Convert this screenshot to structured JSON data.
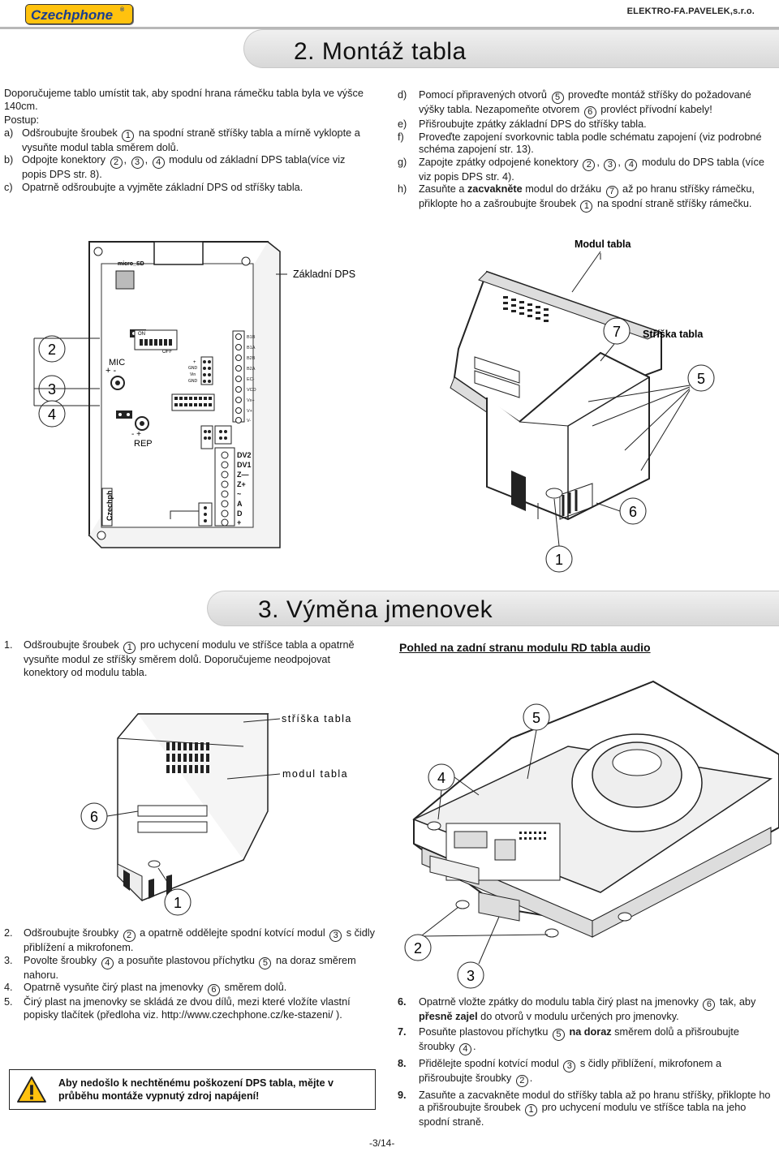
{
  "header": {
    "logo": "Czechphone",
    "logo_reg": "®",
    "company": "ELEKTRO-FA.PAVELEK,s.r.o."
  },
  "section2": {
    "title": "2. Montáž tabla",
    "intro": "Doporučujeme tablo umístit tak, aby spodní hrana rámečku tabla byla ve výšce 140cm.",
    "postup_label": "Postup:",
    "steps_left": [
      {
        "letter": "a)",
        "parts": [
          "Odšroubujte šroubek ",
          "1",
          " na spodní straně stříšky tabla a mírně vyklopte a vysuňte modul tabla směrem dolů."
        ]
      },
      {
        "letter": "b)",
        "parts": [
          "Odpojte konektory ",
          "2",
          ", ",
          "3",
          ", ",
          "4",
          " modulu od základní DPS tabla(více viz popis DPS  str. 8)."
        ]
      },
      {
        "letter": "c)",
        "parts": [
          "Opatrně odšroubujte a vyjměte základní DPS od stříšky tabla."
        ]
      }
    ],
    "steps_right": [
      {
        "letter": "d)",
        "parts": [
          "Pomocí připravených otvorů ",
          "5",
          " proveďte montáž stříšky do požadované výšky tabla. Nezapomeňte otvorem ",
          "6",
          " provléct přívodní kabely!"
        ]
      },
      {
        "letter": "e)",
        "parts": [
          "Přišroubujte zpátky základní DPS  do stříšky tabla."
        ]
      },
      {
        "letter": "f)",
        "parts": [
          "Proveďte zapojení svorkovnic tabla podle schématu zapojení (viz podrobné schéma zapojení  str. 13)."
        ]
      },
      {
        "letter": "g)",
        "parts": [
          "Zapojte zpátky odpojené konektory ",
          "2",
          ", ",
          "3",
          ", ",
          "4",
          " modulu do DPS tabla (více viz popis DPS str. 4)."
        ]
      },
      {
        "letter": "h)",
        "parts": [
          "Zasuňte a ",
          "zacvakněte",
          " modul do držáku ",
          "7",
          " až po hranu stříšky rámečku, přiklopte ho a zašroubujte šroubek ",
          "1",
          " na spodní straně stříšky rámečku."
        ]
      }
    ],
    "figure": {
      "label_zakladni": "Základní DPS",
      "label_modul": "Modul tabla",
      "label_strisk": "Stříška tabla",
      "nums": {
        "n2": "2",
        "n3": "3",
        "n4": "4",
        "n5": "5",
        "n6": "6",
        "n7": "7",
        "n1": "1"
      },
      "pcb": {
        "micro": "micro_SD",
        "mic": "MIC",
        "rep": "REP",
        "on": "ON",
        "off": "OFF",
        "czech": "Czechph",
        "gnd": "GND",
        "vin": "Vin",
        "right_pins": [
          "B1B",
          "B1A",
          "B2B",
          "B2A",
          "EC-",
          "VCD",
          "Vx+",
          "V+",
          "V-"
        ],
        "terminal": [
          "DV2",
          "DV1",
          "Z—",
          "Z+",
          "~",
          "A",
          "D",
          "+"
        ]
      }
    }
  },
  "section3": {
    "title": "3. Výměna jmenovek",
    "step1": {
      "num": "1.",
      "parts": [
        "Odšroubujte šroubek ",
        "1",
        " pro uchycení modulu ve stříšce tabla a opatrně vysuňte modul ze stříšky směrem dolů. Doporučujeme neodpojovat konektory od modulu tabla."
      ]
    },
    "right_heading": "Pohled na zadní stranu modulu RD tabla audio",
    "fig_left": {
      "strisk": "stříška tabla",
      "modul": "modul tabla",
      "n6": "6",
      "n1": "1"
    },
    "fig_right": {
      "n5": "5",
      "n4": "4",
      "n2": "2",
      "n3": "3"
    },
    "steps_left": [
      {
        "num": "2.",
        "parts": [
          "Odšroubujte šroubky ",
          "2",
          " a opatrně oddělejte spodní kotvící modul ",
          "3",
          " s čidly přiblížení a mikrofonem."
        ]
      },
      {
        "num": "3.",
        "parts": [
          "Povolte šroubky ",
          "4",
          " a posuňte plastovou příchytku ",
          "5",
          " na doraz směrem nahoru."
        ]
      },
      {
        "num": "4.",
        "parts": [
          "Opatrně vysuňte čirý plast na jmenovky ",
          "6",
          " směrem dolů."
        ]
      },
      {
        "num": "5.",
        "parts": [
          "Čirý plast na jmenovky se skládá ze dvou dílů, mezi které vložíte vlastní popisky tlačítek (předloha viz. http://www.czechphone.cz/ke-stazeni/ )."
        ]
      }
    ],
    "steps_right": [
      {
        "num": "6.",
        "parts": [
          "Opatrně vložte zpátky do modulu tabla čirý plast na jmenovky ",
          "6",
          " tak, aby ",
          "přesně zajel",
          " do otvorů v modulu určených pro jmenovky."
        ]
      },
      {
        "num": "7.",
        "parts": [
          "Posuňte plastovou příchytku ",
          "5",
          " ",
          "na doraz",
          " směrem dolů a přišroubujte šroubky ",
          "4",
          "."
        ]
      },
      {
        "num": "8.",
        "parts": [
          "Přidělejte spodní kotvící modul ",
          "3",
          " s čidly přiblížení, mikrofonem a přišroubujte šroubky ",
          "2",
          "."
        ]
      },
      {
        "num": "9.",
        "parts": [
          "Zasuňte a zacvakněte modul do stříšky tabla až po hranu stříšky, přiklopte ho a přišroubujte šroubek ",
          "1",
          " pro uchycení modulu ve stříšce tabla na jeho spodní straně."
        ]
      }
    ],
    "warning": "Aby nedošlo k nechtěnému poškození DPS tabla, mějte v průběhu montáže vypnutý zdroj napájení!"
  },
  "footer": {
    "page": "-3/14-"
  }
}
